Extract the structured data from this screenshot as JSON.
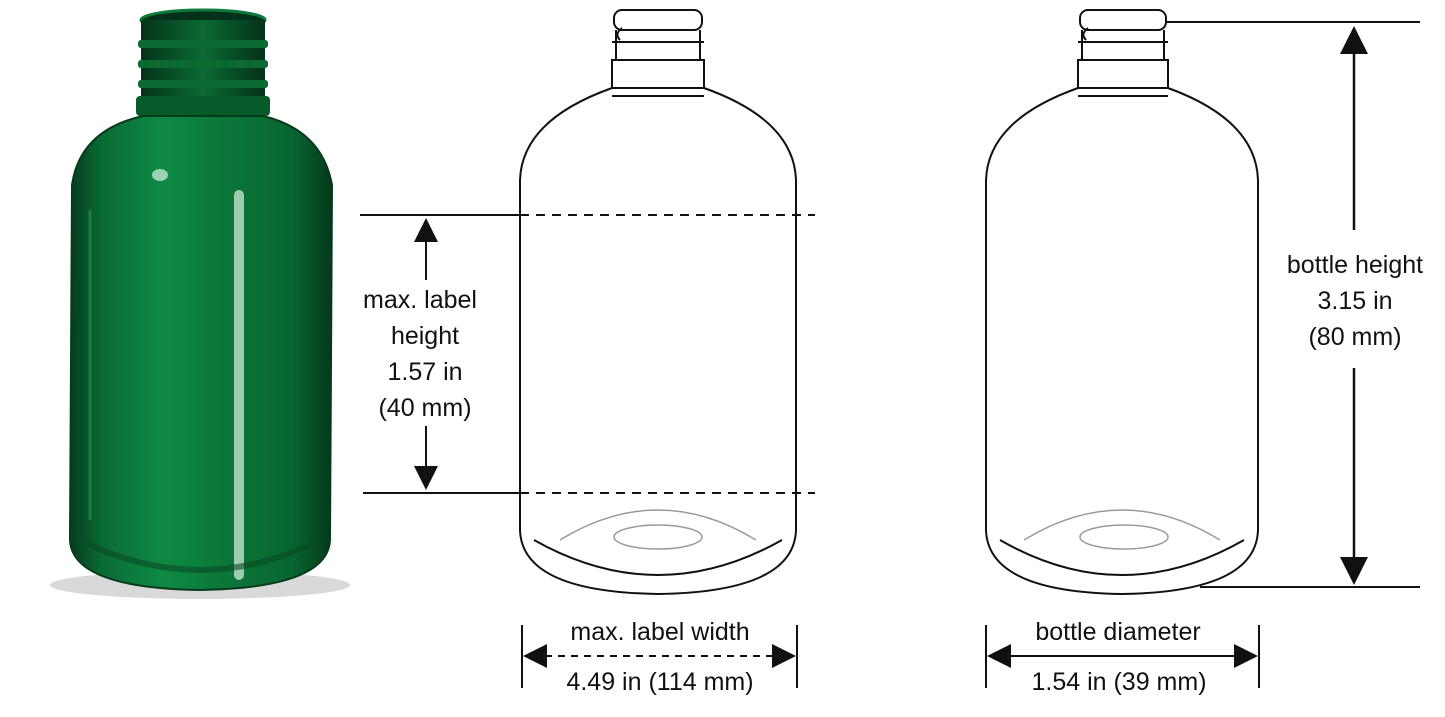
{
  "colors": {
    "bottle_green": "#0b7a3a",
    "bottle_green_dark": "#064a22",
    "line": "#111111",
    "base_grey": "#9a9a9a"
  },
  "label_height": {
    "line1": "max. label",
    "line2": "height",
    "line3": "1.57 in",
    "line4": "(40 mm)"
  },
  "label_width": {
    "line1": "max. label width",
    "line2": "4.49 in (114 mm)"
  },
  "bottle_height": {
    "line1": "bottle height",
    "line2": "3.15 in",
    "line3": "(80 mm)"
  },
  "bottle_diameter": {
    "line1": "bottle diameter",
    "line2": "1.54 in (39 mm)"
  }
}
